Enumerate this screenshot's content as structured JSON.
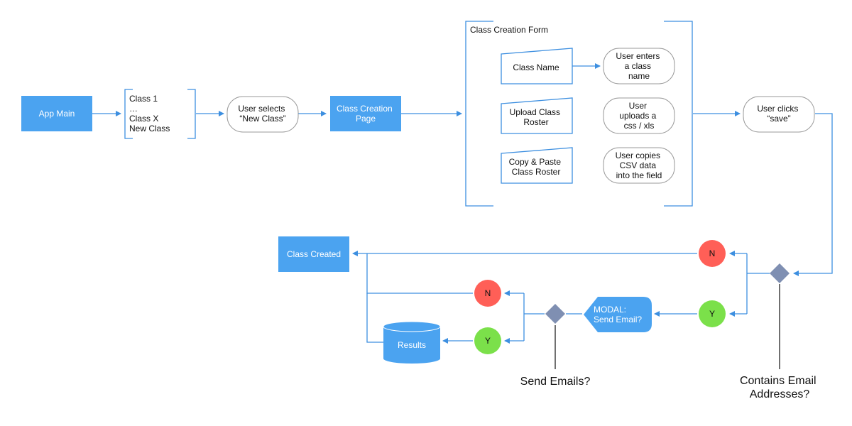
{
  "colors": {
    "box_fill": "#4BA3F0",
    "connector": "#3D8FE0",
    "no_circle": "#FF5F57",
    "yes_circle": "#7BE04A",
    "decision": "#7F8FB2",
    "dark_line": "#222222",
    "bracket": "#3D8FE0",
    "rounded_border": "#999999"
  },
  "nodes": {
    "app_main": "App Main",
    "class_list": {
      "lines": [
        "Class 1",
        "…",
        "Class X",
        "New Class"
      ]
    },
    "user_selects": {
      "lines": [
        "User selects",
        "“New Class”"
      ]
    },
    "creation_page": {
      "lines": [
        "Class Creation",
        "Page"
      ]
    },
    "form_title": "Class Creation Form",
    "class_name_input": "Class Name",
    "upload_input": {
      "lines": [
        "Upload Class",
        "Roster"
      ]
    },
    "paste_input": {
      "lines": [
        "Copy & Paste",
        "Class Roster"
      ]
    },
    "enters_name": {
      "lines": [
        "User enters",
        "a class",
        "name"
      ]
    },
    "uploads_file": {
      "lines": [
        "User",
        "uploads a",
        "css / xls"
      ]
    },
    "copies_csv": {
      "lines": [
        "User copies",
        "CSV data",
        "into the field"
      ]
    },
    "clicks_save": {
      "lines": [
        "User clicks",
        "“save”"
      ]
    },
    "class_created": "Class Created",
    "modal": {
      "lines": [
        "MODAL:",
        "Send Email?"
      ]
    },
    "results": "Results",
    "no_label": "N",
    "yes_label": "Y"
  },
  "questions": {
    "send_emails": "Send Emails?",
    "contains_email": [
      "Contains Email",
      "Addresses?"
    ]
  }
}
